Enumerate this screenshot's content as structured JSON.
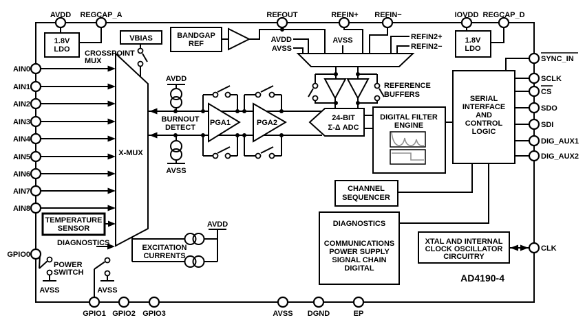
{
  "part_number": "AD4190-4",
  "pins": {
    "top": [
      "AVDD",
      "REGCAP_A",
      "REFOUT",
      "REFIN+",
      "REFIN−",
      "IOVDD",
      "REGCAP_D"
    ],
    "left": [
      "AIN0",
      "AIN1",
      "AIN2",
      "AIN3",
      "AIN4",
      "AIN5",
      "AIN6",
      "AIN7",
      "AIN8",
      "GPIO0"
    ],
    "right": [
      "SYNC_IN",
      "SCLK",
      "CS",
      "SDO",
      "SDI",
      "DIG_AUX1",
      "DIG_AUX2",
      "CLK"
    ],
    "bottom": [
      "GPIO1",
      "GPIO2",
      "GPIO3",
      "AVSS",
      "DGND",
      "EP"
    ]
  },
  "blocks": {
    "ldo_a": [
      "1.8V",
      "LDO"
    ],
    "ldo_d": [
      "1.8V",
      "LDO"
    ],
    "vbias": "VBIAS",
    "bandgap": [
      "BANDGAP",
      "REF"
    ],
    "temp_sensor": [
      "TEMPERATURE",
      "SENSOR"
    ],
    "filter": [
      "DIGITAL FILTER",
      "ENGINE"
    ],
    "serial": [
      "SERIAL",
      "INTERFACE",
      "AND",
      "CONTROL",
      "LOGIC"
    ],
    "sequencer": [
      "CHANNEL",
      "SEQUENCER"
    ],
    "diagnostics_title": "DIAGNOSTICS",
    "diagnostics_items": [
      "COMMUNICATIONS",
      "POWER SUPPLY",
      "SIGNAL CHAIN",
      "DIGITAL"
    ],
    "xtal": [
      "XTAL AND INTERNAL",
      "CLOCK OSCILLATOR",
      "CIRCUITRY"
    ],
    "adc": [
      "24-BIT",
      "Σ-Δ ADC"
    ],
    "pga1": "PGA1",
    "pga2": "PGA2",
    "xmux": "X-MUX"
  },
  "labels": {
    "crosspoint": [
      "CROSSPOINT",
      "MUX"
    ],
    "burnout": [
      "BURNOUT",
      "DETECT"
    ],
    "excitation": [
      "EXCITATION",
      "CURRENTS"
    ],
    "ref_buffers": [
      "REFERENCE",
      "BUFFERS"
    ],
    "power_switch": [
      "POWER",
      "SWITCH"
    ],
    "diagnostics_in": "DIAGNOSTICS",
    "avdd": "AVDD",
    "avss": "AVSS",
    "refin2p": "REFIN2+",
    "refin2m": "REFIN2−"
  }
}
